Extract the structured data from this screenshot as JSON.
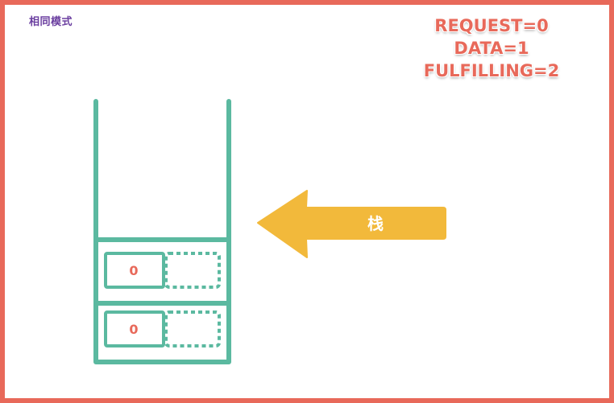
{
  "header": {
    "mode_label": "相同模式"
  },
  "legend": {
    "line1": "REQUEST=0",
    "line2": "DATA=1",
    "line3": "FULFILLING=2"
  },
  "arrow": {
    "label": "栈"
  },
  "stack": {
    "nodes": [
      {
        "mode": "0"
      },
      {
        "mode": "0"
      }
    ]
  },
  "colors": {
    "border": "#e8695a",
    "stack_outline": "#5bb9a0",
    "arrow_fill": "#f2b93b",
    "mode_text": "#6b3fa0",
    "legend_text": "#e8695a"
  }
}
